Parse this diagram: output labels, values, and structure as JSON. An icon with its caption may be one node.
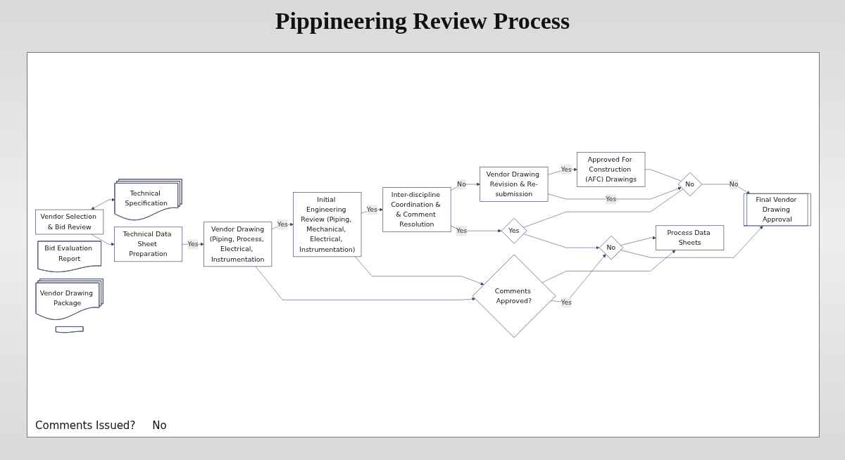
{
  "diagram": {
    "title": "Pippineering Review Process",
    "nodes": [
      {
        "text": [
          "Vendor Selection & Bid Review"
        ]
      },
      {
        "text": [
          "Technical Specification"
        ]
      },
      {
        "text": [
          "Bid Evaluation Report"
        ]
      },
      {
        "text": [
          "Vendor Drawing Package"
        ]
      },
      {
        "text": [],
        "shape": "document"
      },
      {
        "text": [
          "Technical Data Sheet Preparation"
        ]
      },
      {
        "text": [
          "Vendor Drawing",
          "(Piping, Process, Electrical, Instrumentation"
        ]
      },
      {
        "text": [
          "Initial Engineering Review (Piping, Mechanical, Electrical, Instrumentation)"
        ]
      },
      {
        "text": [
          "Inter-discipline Coordination & & Comment Resolution"
        ]
      },
      {
        "text": [
          "Vendor Drawing Revision & Re-submission"
        ]
      },
      {
        "text": [
          "Approved For Construction (AFC) Drawings"
        ]
      },
      {
        "text": [
          "Comments Approved?"
        ]
      },
      {
        "text": [
          "Yes"
        ]
      },
      {
        "text": [
          "No"
        ]
      },
      {
        "text": [
          "Process Data Sheets"
        ]
      },
      {
        "text": [
          "No"
        ]
      },
      {
        "text": [
          "Final Vendor Drawing Approval"
        ]
      }
    ],
    "edges": [
      {
        "from": 0,
        "to": 1,
        "arrow": "both"
      },
      {
        "from": 0,
        "to": 5,
        "arrow": "to"
      },
      {
        "from": 5,
        "to": 6,
        "arrow": "to",
        "label": "Yes"
      },
      {
        "from": 6,
        "to": 7,
        "arrow": "to",
        "label": "Yes"
      },
      {
        "from": 7,
        "to": 8,
        "arrow": "to",
        "label": "Yes"
      },
      {
        "from": 8,
        "to": 9,
        "arrow": "to",
        "label": "No"
      },
      {
        "from": 9,
        "to": 10,
        "arrow": "to",
        "label": "Yes"
      },
      {
        "from": 6,
        "to": 11,
        "arrow": "to"
      },
      {
        "from": 7,
        "to": 11,
        "arrow": "to"
      },
      {
        "from": 11,
        "to": 14,
        "arrow": "to"
      },
      {
        "from": 11,
        "to": 15,
        "arrow": "to",
        "label": "Yes"
      },
      {
        "from": 8,
        "to": 12,
        "arrow": "to",
        "label": "Yes"
      },
      {
        "from": 9,
        "to": 13,
        "arrow": "to",
        "label": "Yes"
      },
      {
        "from": 12,
        "to": 13,
        "arrow": "none"
      },
      {
        "from": 10,
        "to": 13,
        "arrow": "none"
      },
      {
        "from": 12,
        "to": 15,
        "arrow": "to"
      },
      {
        "from": 13,
        "to": 16,
        "arrow": "to",
        "label": "No"
      },
      {
        "from": 15,
        "to": 14,
        "arrow": "to"
      },
      {
        "from": 15,
        "to": 16,
        "arrow": "to"
      }
    ],
    "labels": [
      "Comments Issued?",
      "No"
    ]
  }
}
